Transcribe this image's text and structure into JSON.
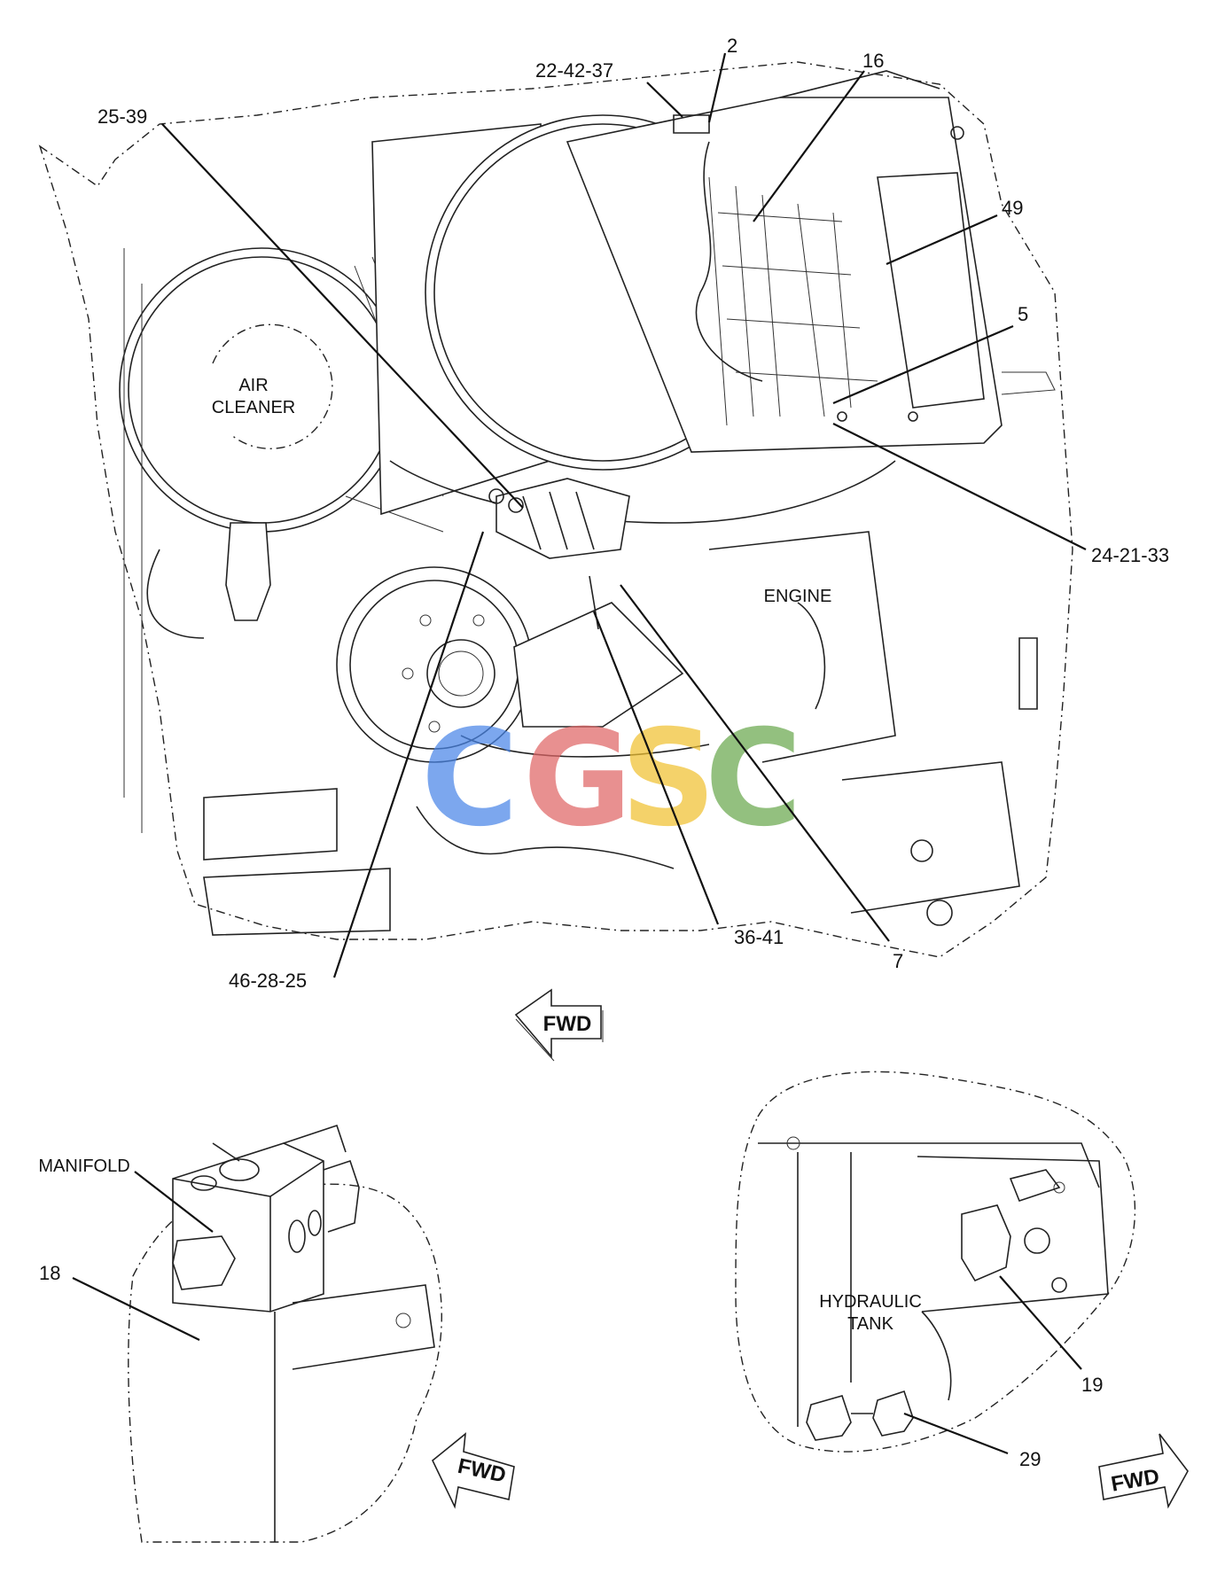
{
  "callouts": {
    "c2": "2",
    "c22_42_37": "22-42-37",
    "c16": "16",
    "c25_39": "25-39",
    "c49": "49",
    "c5": "5",
    "c24_21_33": "24-21-33",
    "c36_41": "36-41",
    "c7": "7",
    "c46_28_25": "46-28-25",
    "c18": "18",
    "c19": "19",
    "c29": "29"
  },
  "labels": {
    "air_cleaner_line1": "AIR",
    "air_cleaner_line2": "CLEANER",
    "engine": "ENGINE",
    "manifold": "MANIFOLD",
    "hydraulic_line1": "HYDRAULIC",
    "hydraulic_line2": "TANK"
  },
  "fwd": {
    "main": "FWD",
    "left_detail": "FWD",
    "right_detail": "FWD"
  },
  "watermark": {
    "letters": [
      "C",
      "G",
      "S",
      "C"
    ],
    "colors": [
      "#4a86e8",
      "#e06666",
      "#f1c232",
      "#6aa84f"
    ]
  }
}
